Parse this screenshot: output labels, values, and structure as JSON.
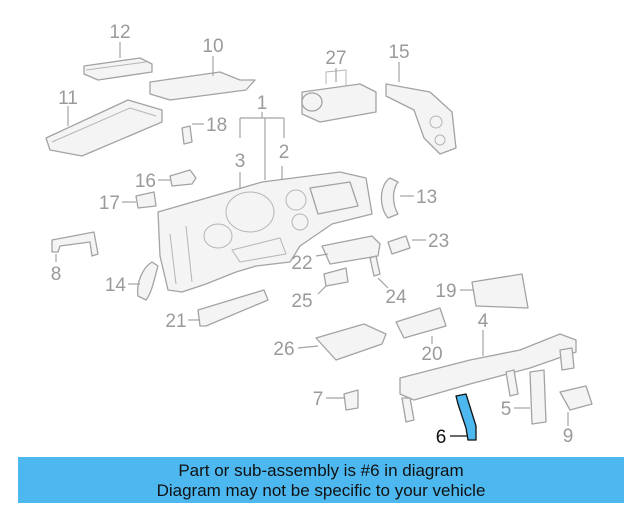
{
  "diagram": {
    "callouts": [
      "12",
      "10",
      "27",
      "15",
      "11",
      "1",
      "18",
      "3",
      "2",
      "16",
      "17",
      "13",
      "8",
      "23",
      "22",
      "14",
      "25",
      "24",
      "19",
      "4",
      "21",
      "26",
      "20",
      "7",
      "5",
      "6",
      "9"
    ],
    "highlighted_part": "6",
    "highlight_color": "#4db8f0"
  },
  "banner": {
    "line1": "Part or sub-assembly is #6 in diagram",
    "line2": "Diagram may not be specific to your vehicle",
    "background": "#4db8f0"
  }
}
